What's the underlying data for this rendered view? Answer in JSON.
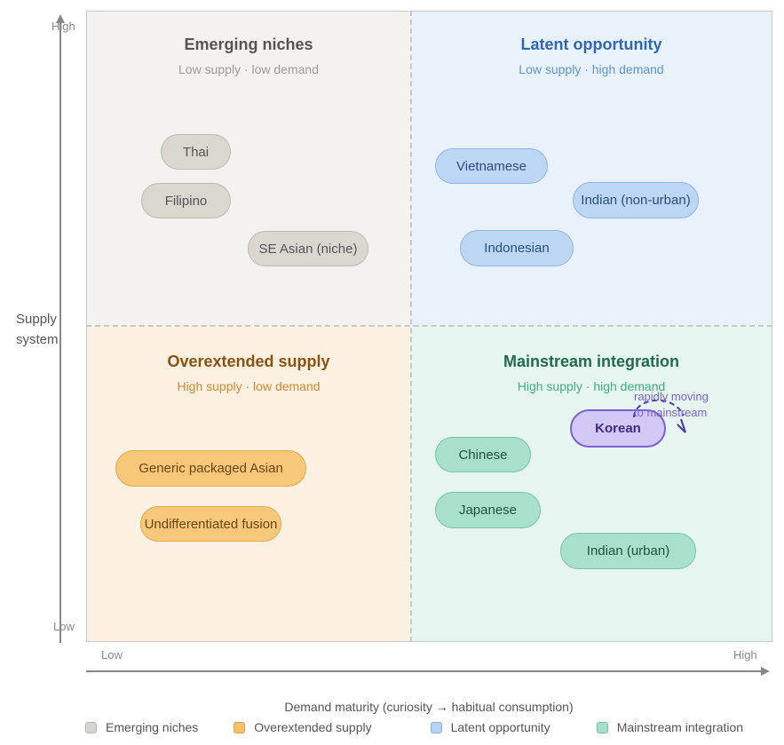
{
  "axes": {
    "y_label_line1": "Supply",
    "y_label_line2": "system",
    "y_high": "High",
    "y_low": "Low",
    "x_label": "Demand maturity (curiosity → habitual consumption)",
    "x_low": "Low",
    "x_high": "High"
  },
  "quadrants": {
    "top_left": {
      "title": "Emerging niches",
      "subtitle": "Low supply · low demand",
      "title_color": "#555555",
      "subtitle_color": "#9a9a9a"
    },
    "top_right": {
      "title": "Latent opportunity",
      "subtitle": "Low supply · high demand",
      "title_color": "#2f66b8",
      "subtitle_color": "#5b95dc"
    },
    "bottom_left": {
      "title": "Overextended supply",
      "subtitle": "High supply · low demand",
      "title_color": "#8a5312",
      "subtitle_color": "#d08a32"
    },
    "bottom_right": {
      "title": "Mainstream integration",
      "subtitle": "High supply · high demand",
      "title_color": "#1f6b4c",
      "subtitle_color": "#3fae86"
    }
  },
  "items": {
    "thai": "Thai",
    "filipino": "Filipino",
    "se_asian": "SE Asian (niche)",
    "vietnamese": "Vietnamese",
    "indian_nonurban": "Indian (non-urban)",
    "indonesian": "Indonesian",
    "generic_packaged": "Generic packaged Asian",
    "undifferentiated": "Undifferentiated fusion",
    "chinese": "Chinese",
    "japanese": "Japanese",
    "indian_urban": "Indian (urban)",
    "korean": "Korean"
  },
  "annotation": {
    "line1": "rapidly moving",
    "line2": "to mainstream"
  },
  "legend": [
    {
      "label": "Emerging niches",
      "color": "#d6d4cf"
    },
    {
      "label": "Overextended supply",
      "color": "#f5c06a"
    },
    {
      "label": "Latent opportunity",
      "color": "#b7d3f3"
    },
    {
      "label": "Mainstream integration",
      "color": "#a6dfc9"
    }
  ]
}
